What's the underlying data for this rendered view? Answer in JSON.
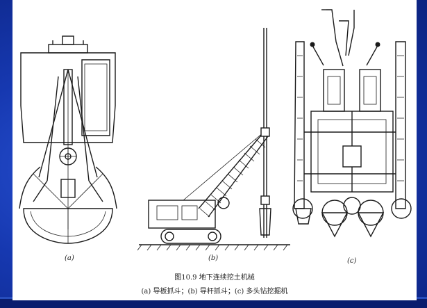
{
  "figure": {
    "title": "图10.9 地下连续挖土机械",
    "caption": "(a) 导板抓斗；(b) 导杆抓斗；(c) 多头钻挖掘机",
    "labels": {
      "a": "(a)",
      "b": "(b)",
      "c": "(c)"
    }
  },
  "colors": {
    "slide_background": "#1638b0",
    "panel": "#ffffff",
    "ink": "#1a1a1a"
  }
}
